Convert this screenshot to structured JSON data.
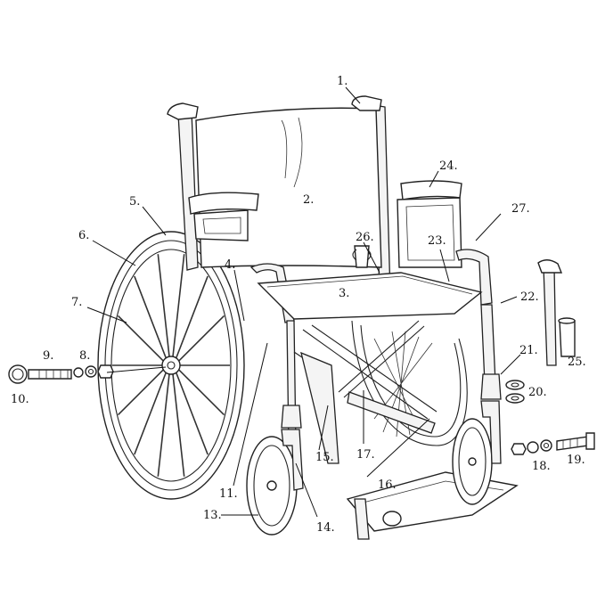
{
  "labels": [
    {
      "id": "1",
      "text": "1."
    },
    {
      "id": "2",
      "text": "2."
    },
    {
      "id": "3",
      "text": "3."
    },
    {
      "id": "4",
      "text": "4."
    },
    {
      "id": "5",
      "text": "5."
    },
    {
      "id": "6",
      "text": "6."
    },
    {
      "id": "7",
      "text": "7."
    },
    {
      "id": "8",
      "text": "8."
    },
    {
      "id": "9",
      "text": "9."
    },
    {
      "id": "10",
      "text": "10."
    },
    {
      "id": "11",
      "text": "11."
    },
    {
      "id": "13",
      "text": "13."
    },
    {
      "id": "14",
      "text": "14."
    },
    {
      "id": "15",
      "text": "15."
    },
    {
      "id": "16",
      "text": "16."
    },
    {
      "id": "17",
      "text": "17."
    },
    {
      "id": "18",
      "text": "18."
    },
    {
      "id": "19",
      "text": "19."
    },
    {
      "id": "20",
      "text": "20."
    },
    {
      "id": "21",
      "text": "21."
    },
    {
      "id": "22",
      "text": "22."
    },
    {
      "id": "23",
      "text": "23."
    },
    {
      "id": "24",
      "text": "24."
    },
    {
      "id": "25",
      "text": "25."
    },
    {
      "id": "26",
      "text": "26."
    },
    {
      "id": "27",
      "text": "27."
    }
  ]
}
